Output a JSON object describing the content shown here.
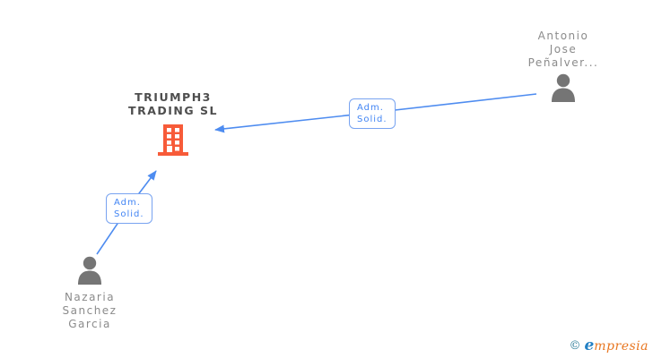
{
  "company": {
    "name": "TRIUMPH3 TRADING SL",
    "lines": [
      "TRIUMPH3",
      "TRADING SL"
    ]
  },
  "persons": [
    {
      "id": "antonio",
      "lines": [
        "Antonio",
        "Jose",
        "Peñalver..."
      ]
    },
    {
      "id": "nazaria",
      "lines": [
        "Nazaria",
        "Sanchez",
        "Garcia"
      ]
    }
  ],
  "edges": [
    {
      "from": "antonio",
      "to": "company",
      "label_lines": [
        "Adm.",
        "Solid."
      ]
    },
    {
      "from": "nazaria",
      "to": "company",
      "label_lines": [
        "Adm.",
        "Solid."
      ]
    }
  ],
  "footer": {
    "copyright_symbol": "©",
    "brand_first_letter": "e",
    "brand_rest": "mpresia"
  },
  "icons": {
    "company": "building-icon",
    "person": "person-icon"
  },
  "colors": {
    "edge_blue": "#4e8cf0",
    "label_border_blue": "#78a3f0",
    "label_text_blue": "#4285f4",
    "building_orange": "#f75b39",
    "person_gray": "#757575",
    "person_name_gray": "#8b8b8b",
    "company_text_gray": "#4e4e4e",
    "logo_teal": "#2c7d99",
    "logo_blue": "#2380c4",
    "logo_orange": "#e87722"
  }
}
